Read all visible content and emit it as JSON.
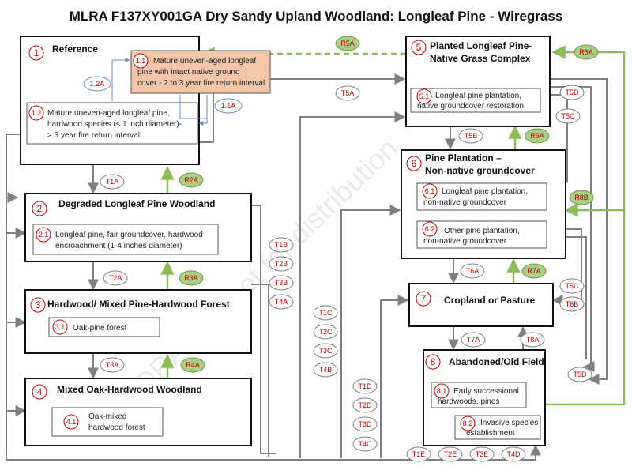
{
  "title": "MLRA F137XY001GA Dry Sandy Upland Woodland:  Longleaf Pine - Wiregrass",
  "watermark": "DRAFT – not for distribution",
  "colors": {
    "arrow_gray": "#808080",
    "restoration_green": "#8dbb5a",
    "state_num_red": "#c00000",
    "community_fill": "#f4c6a8",
    "restoration_label_fill": "#a9cf86"
  },
  "states": {
    "s1": {
      "num": "1",
      "title": "Reference"
    },
    "s2": {
      "num": "2",
      "title": "Degraded Longleaf Pine Woodland"
    },
    "s3": {
      "num": "3",
      "title": "Hardwood/ Mixed Pine-Hardwood Forest"
    },
    "s4": {
      "num": "4",
      "title": "Mixed Oak-Hardwood Woodland"
    },
    "s5": {
      "num": "5",
      "title_line1": "Planted Longleaf Pine-",
      "title_line2": "Native Grass Complex"
    },
    "s6": {
      "num": "6",
      "title_line1": "Pine Plantation –",
      "title_line2": "Non-native groundcover"
    },
    "s7": {
      "num": "7",
      "title": "Cropland or Pasture"
    },
    "s8": {
      "num": "8",
      "title": "Abandoned/Old Field"
    }
  },
  "phases": {
    "p11": {
      "num": "1.1",
      "lines": [
        "Mature uneven-aged  longleaf",
        "pine with intact native ground",
        "cover - 2 to 3 year fire return interval"
      ]
    },
    "p12": {
      "num": "1.2",
      "lines": [
        "Mature uneven-aged  longleaf pine,",
        "hardwood species (≤ 1 inch diameter)-",
        "> 3 year fire return  interval"
      ]
    },
    "p21": {
      "num": "2.1",
      "lines": [
        "Longleaf pine, fair groundcover, hardwood",
        "encroachment (1-4 inches diameter)"
      ]
    },
    "p31": {
      "num": "3.1",
      "lines": [
        "Oak-pine forest"
      ]
    },
    "p41": {
      "num": "4.1",
      "lines": [
        "Oak-mixed",
        "hardwood forest"
      ]
    },
    "p51": {
      "num": "5.1",
      "lines": [
        "Longleaf pine plantation,",
        "native groundcover restoration"
      ]
    },
    "p61": {
      "num": "6.1",
      "lines": [
        "Longleaf pine plantation,",
        "non-native groundcover"
      ]
    },
    "p62": {
      "num": "6.2",
      "lines": [
        "Other pine plantation,",
        "non-native groundcover"
      ]
    },
    "p81": {
      "num": "8.1",
      "lines": [
        "Early successional",
        "hardwoods, pines"
      ]
    },
    "p82": {
      "num": "8.2",
      "lines": [
        "Invasive species",
        "establishment"
      ]
    }
  },
  "pathways": {
    "p12a": "1.2A",
    "p11a": "1.1A"
  },
  "transitions": {
    "T1A": "T1A",
    "T2A": "T2A",
    "T3A": "T3A",
    "T5A": "T5A",
    "T5B": "T5B",
    "T6A": "T6A",
    "T7A": "T7A",
    "T8A": "T8A",
    "T5C_top": "T5C",
    "T5D_top": "T5D",
    "T5C_mid": "T5C",
    "T6B": "T6B",
    "T5D_bot": "T5D",
    "T1B": "T1B",
    "T2B": "T2B",
    "T3B": "T3B",
    "T4A": "T4A",
    "T1C": "T1C",
    "T2C": "T2C",
    "T3C": "T3C",
    "T4B": "T4B",
    "T1D": "T1D",
    "T2D": "T2D",
    "T3D": "T3D",
    "T4C": "T4C",
    "T1E": "T1E",
    "T2E": "T2E",
    "T3E": "T3E",
    "T4D": "T4D"
  },
  "restorations": {
    "R2A": "R2A",
    "R3A": "R3A",
    "R4A": "R4A",
    "R5A": "R5A",
    "R6A": "R6A",
    "R7A": "R7A",
    "R8A": "R8A",
    "R8B": "R8B"
  }
}
